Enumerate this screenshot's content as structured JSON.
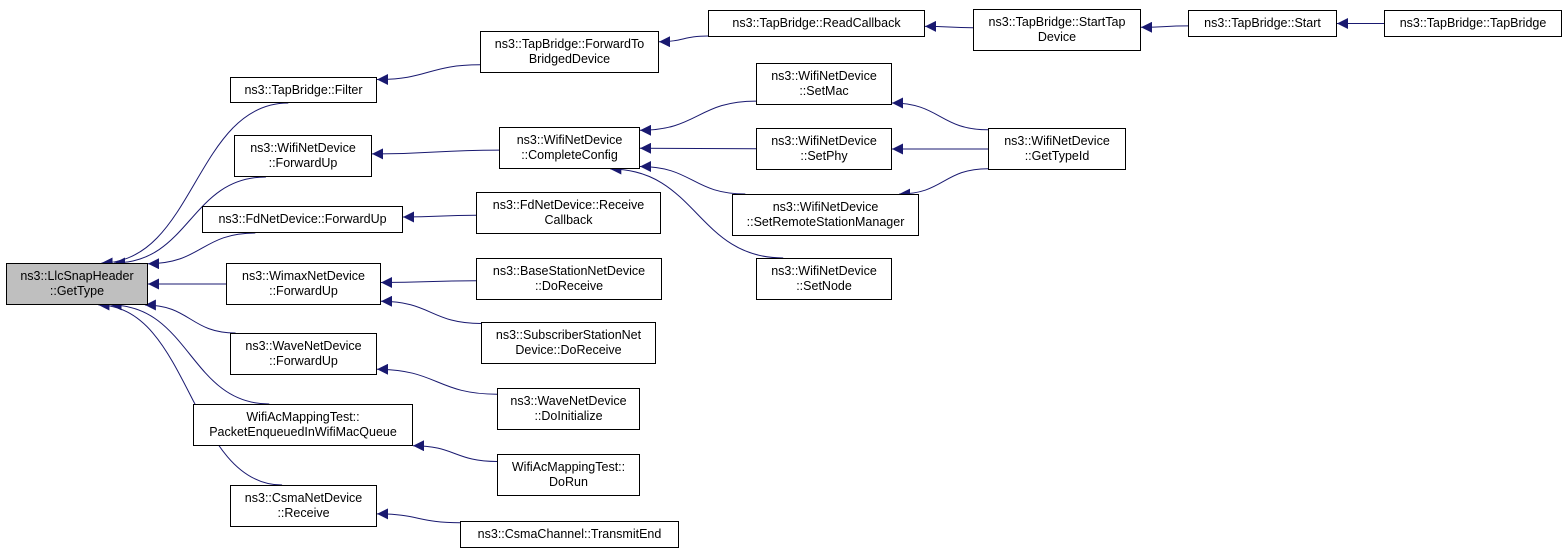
{
  "colors": {
    "edge": "#191970",
    "root_fill": "#bfbfbf",
    "node_fill": "#ffffff",
    "border": "#000000"
  },
  "nodes": {
    "llc_gettype": {
      "lines": [
        "ns3::LlcSnapHeader",
        "::GetType"
      ],
      "root": true
    },
    "tb_filter": {
      "lines": [
        "ns3::TapBridge::Filter"
      ]
    },
    "wifi_forwardup": {
      "lines": [
        "ns3::WifiNetDevice",
        "::ForwardUp"
      ]
    },
    "fd_forwardup": {
      "lines": [
        "ns3::FdNetDevice::ForwardUp"
      ]
    },
    "wimax_forwardup": {
      "lines": [
        "ns3::WimaxNetDevice",
        "::ForwardUp"
      ]
    },
    "wave_forwardup": {
      "lines": [
        "ns3::WaveNetDevice",
        "::ForwardUp"
      ]
    },
    "wifiac_packetenq": {
      "lines": [
        "WifiAcMappingTest::",
        "PacketEnqueuedInWifiMacQueue"
      ]
    },
    "csma_receive": {
      "lines": [
        "ns3::CsmaNetDevice",
        "::Receive"
      ]
    },
    "tb_forwardto": {
      "lines": [
        "ns3::TapBridge::ForwardTo",
        "BridgedDevice"
      ]
    },
    "wifi_completeconfig": {
      "lines": [
        "ns3::WifiNetDevice",
        "::CompleteConfig"
      ]
    },
    "fd_receivecb": {
      "lines": [
        "ns3::FdNetDevice::Receive",
        "Callback"
      ]
    },
    "bs_doreceive": {
      "lines": [
        "ns3::BaseStationNetDevice",
        "::DoReceive"
      ]
    },
    "ss_doreceive": {
      "lines": [
        "ns3::SubscriberStationNet",
        "Device::DoReceive"
      ]
    },
    "wave_doinit": {
      "lines": [
        "ns3::WaveNetDevice",
        "::DoInitialize"
      ]
    },
    "wifiac_dorun": {
      "lines": [
        "WifiAcMappingTest::",
        "DoRun"
      ]
    },
    "csmach_transmitend": {
      "lines": [
        "ns3::CsmaChannel::TransmitEnd"
      ]
    },
    "tb_readcb": {
      "lines": [
        "ns3::TapBridge::ReadCallback"
      ]
    },
    "wifi_setmac": {
      "lines": [
        "ns3::WifiNetDevice",
        "::SetMac"
      ]
    },
    "wifi_setphy": {
      "lines": [
        "ns3::WifiNetDevice",
        "::SetPhy"
      ]
    },
    "wifi_setrsm": {
      "lines": [
        "ns3::WifiNetDevice",
        "::SetRemoteStationManager"
      ]
    },
    "wifi_setnode": {
      "lines": [
        "ns3::WifiNetDevice",
        "::SetNode"
      ]
    },
    "tb_starttap": {
      "lines": [
        "ns3::TapBridge::StartTap",
        "Device"
      ]
    },
    "wifi_gettypeid": {
      "lines": [
        "ns3::WifiNetDevice",
        "::GetTypeId"
      ]
    },
    "tb_start": {
      "lines": [
        "ns3::TapBridge::Start"
      ]
    },
    "tb_ctor": {
      "lines": [
        "ns3::TapBridge::TapBridge"
      ]
    }
  },
  "edges": [
    [
      "tb_filter",
      "llc_gettype"
    ],
    [
      "wifi_forwardup",
      "llc_gettype"
    ],
    [
      "fd_forwardup",
      "llc_gettype"
    ],
    [
      "wimax_forwardup",
      "llc_gettype"
    ],
    [
      "wave_forwardup",
      "llc_gettype"
    ],
    [
      "wifiac_packetenq",
      "llc_gettype"
    ],
    [
      "csma_receive",
      "llc_gettype"
    ],
    [
      "tb_forwardto",
      "tb_filter"
    ],
    [
      "wifi_completeconfig",
      "wifi_forwardup"
    ],
    [
      "fd_receivecb",
      "fd_forwardup"
    ],
    [
      "bs_doreceive",
      "wimax_forwardup"
    ],
    [
      "ss_doreceive",
      "wimax_forwardup"
    ],
    [
      "wave_doinit",
      "wave_forwardup"
    ],
    [
      "wifiac_dorun",
      "wifiac_packetenq"
    ],
    [
      "csmach_transmitend",
      "csma_receive"
    ],
    [
      "tb_readcb",
      "tb_forwardto"
    ],
    [
      "wifi_setmac",
      "wifi_completeconfig"
    ],
    [
      "wifi_setphy",
      "wifi_completeconfig"
    ],
    [
      "wifi_setrsm",
      "wifi_completeconfig"
    ],
    [
      "wifi_setnode",
      "wifi_completeconfig"
    ],
    [
      "tb_starttap",
      "tb_readcb"
    ],
    [
      "wifi_gettypeid",
      "wifi_setmac"
    ],
    [
      "wifi_gettypeid",
      "wifi_setphy"
    ],
    [
      "wifi_gettypeid",
      "wifi_setrsm"
    ],
    [
      "tb_start",
      "tb_starttap"
    ],
    [
      "tb_ctor",
      "tb_start"
    ]
  ]
}
